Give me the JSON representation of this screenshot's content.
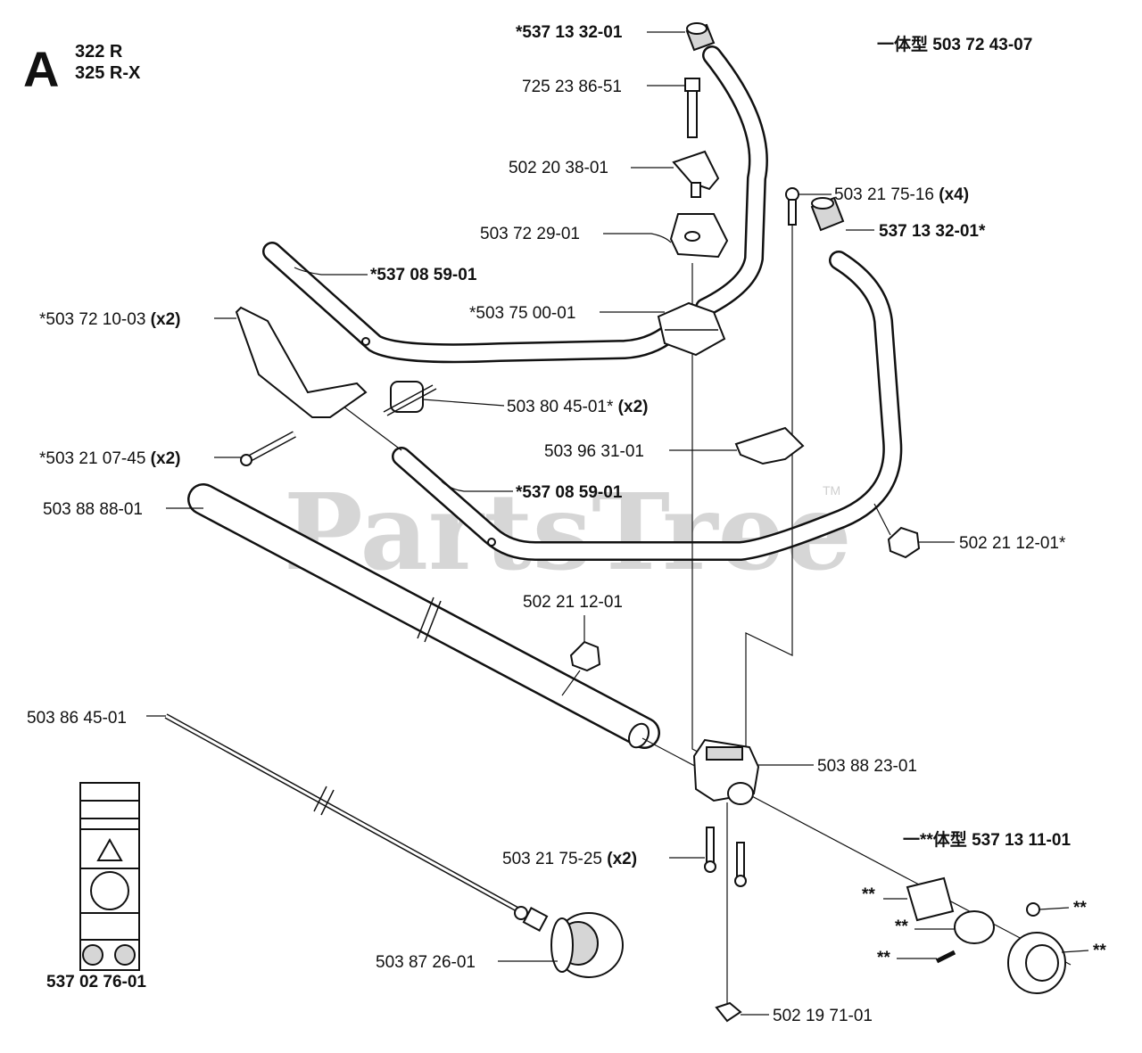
{
  "header": {
    "section_letter": "A",
    "models": [
      "322 R",
      "325 R-X"
    ]
  },
  "watermark": {
    "text": "PartsTree",
    "trademark": "TM"
  },
  "labels": {
    "p_537133201_top": "*537 13 32-01",
    "p_725238651": "725 23 86-51",
    "p_502203801": "502 20 38-01",
    "p_503722901": "503 72 29-01",
    "p_537085901_a": "*537 08 59-01",
    "p_503721003": "*503 72 10-03",
    "p_503721003_qty": "(x2)",
    "p_503750001": "*503 75 00-01",
    "p_503804501": "503 80 45-01*",
    "p_503804501_qty": "(x2)",
    "p_503210745": "*503 21 07-45",
    "p_503210745_qty": "(x2)",
    "p_503963101": "503 96 31-01",
    "p_537085901_b": "*537 08 59-01",
    "p_503888801": "503 88 88-01",
    "p_503217516": "503 21 75-16",
    "p_503217516_qty": "(x4)",
    "p_537133201_right": "537 13 32-01*",
    "p_502211201_right": "502 21 12-01*",
    "p_502211201_mid": "502 21 12-01",
    "p_503864501": "503 86 45-01",
    "p_503882301": "503 88 23-01",
    "p_503217525": "503 21 75-25",
    "p_503217525_qty": "(x2)",
    "p_503872601": "503 87 26-01",
    "p_502197101": "502 19 71-01",
    "p_537027601": "537 02 76-01",
    "kit_a_prefix": "一体型",
    "kit_a_number": "503 72 43-07",
    "kit_b_prefix": "一**体型",
    "kit_b_number": "537 13 11-01",
    "star": "**"
  },
  "colors": {
    "line": "#111111",
    "watermark": "#cfcfcf",
    "fill_gray": "#d6d6d6"
  }
}
